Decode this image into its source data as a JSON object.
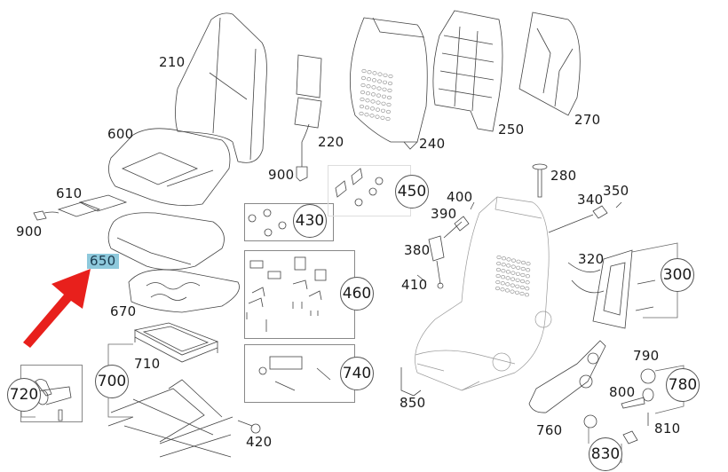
{
  "diagram": {
    "title": "Seat exploded parts diagram",
    "highlight_color": "#8ec9dc",
    "arrow_color": "#e8201c",
    "highlighted_part": "650"
  },
  "parts": {
    "p210": "210",
    "p220": "220",
    "p240": "240",
    "p250": "250",
    "p270": "270",
    "p280": "280",
    "p300": "300",
    "p320": "320",
    "p340": "340",
    "p350": "350",
    "p380": "380",
    "p390": "390",
    "p400": "400",
    "p410": "410",
    "p420": "420",
    "p430": "430",
    "p450": "450",
    "p460": "460",
    "p600": "600",
    "p610": "610",
    "p650": "650",
    "p670": "670",
    "p700": "700",
    "p710": "710",
    "p720": "720",
    "p740": "740",
    "p760": "760",
    "p780": "780",
    "p790": "790",
    "p800": "800",
    "p810": "810",
    "p830": "830",
    "p850": "850",
    "p900a": "900",
    "p900b": "900"
  }
}
